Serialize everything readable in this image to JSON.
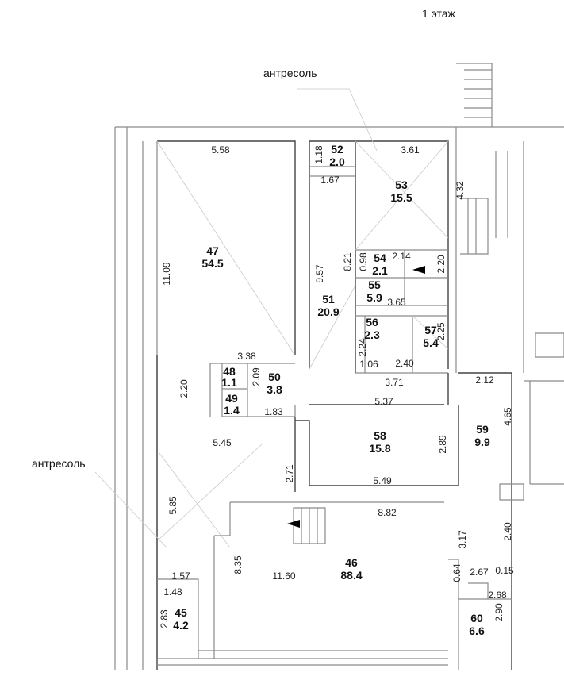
{
  "title": "1 этаж",
  "labels": {
    "mezzanine_top": "антресоль",
    "mezzanine_left": "антресоль"
  },
  "rooms": [
    {
      "number": "52",
      "area": "2.0"
    },
    {
      "number": "53",
      "area": "15.5"
    },
    {
      "number": "47",
      "area": "54.5"
    },
    {
      "number": "54",
      "area": "2.1"
    },
    {
      "number": "55",
      "area": "5.9"
    },
    {
      "number": "51",
      "area": "20.9"
    },
    {
      "number": "56",
      "area": "2.3"
    },
    {
      "number": "57",
      "area": "5.4"
    },
    {
      "number": "48",
      "area": "1.1"
    },
    {
      "number": "50",
      "area": "3.8"
    },
    {
      "number": "49",
      "area": "1.4"
    },
    {
      "number": "58",
      "area": "15.8"
    },
    {
      "number": "59",
      "area": "9.9"
    },
    {
      "number": "46",
      "area": "88.4"
    },
    {
      "number": "45",
      "area": "4.2"
    },
    {
      "number": "60",
      "area": "6.6"
    }
  ],
  "dims_h": [
    "5.58",
    "3.61",
    "1.67",
    "2.14",
    "3.65",
    "1.06",
    "2.40",
    "3.38",
    "3.71",
    "2.12",
    "5.37",
    "1.83",
    "5.45",
    "5.49",
    "8.82",
    "11.60",
    "1.57",
    "1.48",
    "2.67",
    "0.15",
    "2.68"
  ],
  "dims_v": [
    "11.09",
    "1.18",
    "4.32",
    "9.57",
    "8.21",
    "0.98",
    "2.20",
    "2.25",
    "2.24",
    "2.20",
    "2.09",
    "4.65",
    "2.89",
    "2.71",
    "5.85",
    "3.17",
    "2.40",
    "8.35",
    "0.64",
    "2.83",
    "2.90"
  ]
}
